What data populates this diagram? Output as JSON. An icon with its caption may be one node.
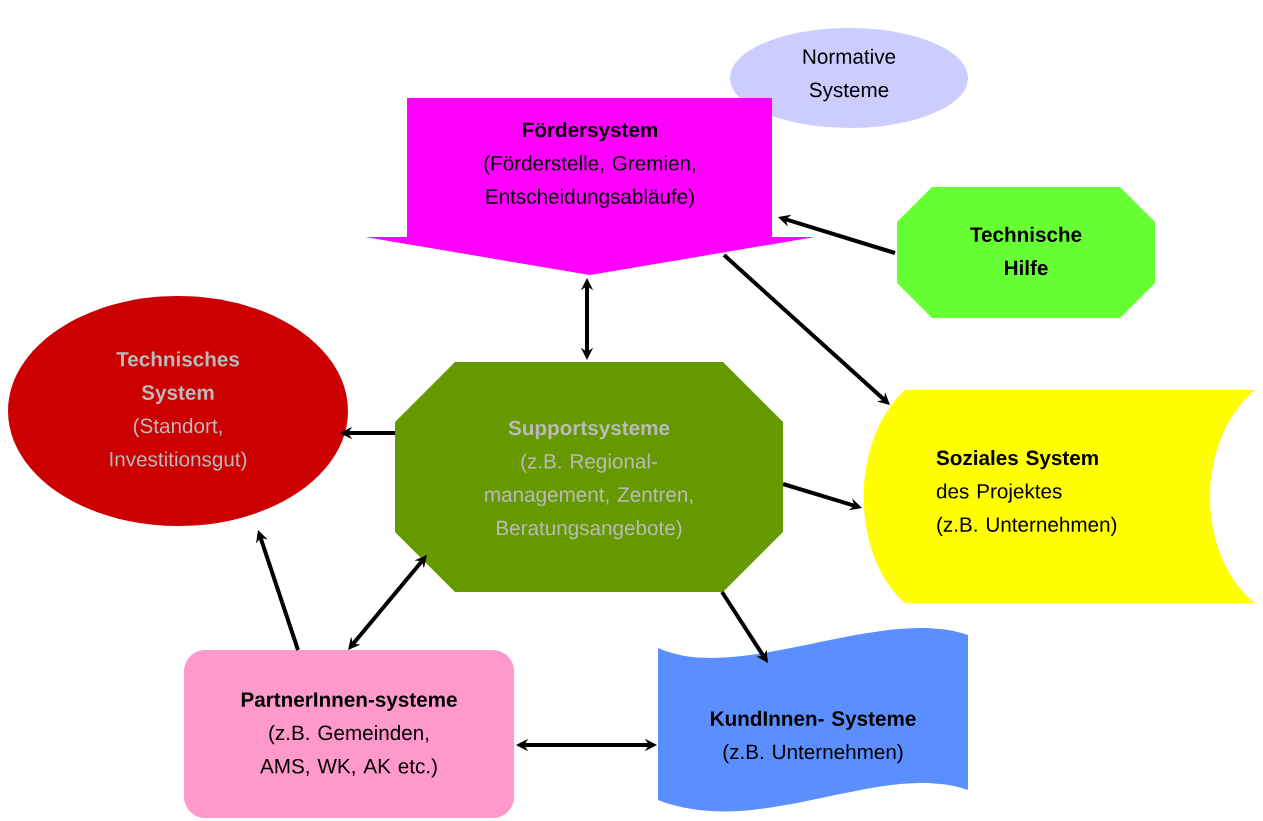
{
  "diagram": {
    "nodes": [
      {
        "text": [
          "Normative Systeme"
        ]
      },
      {
        "text": [
          "Fördersystem",
          "(Förderstelle, Gremien, Entscheidungsabläufe)"
        ]
      },
      {
        "text": [
          "Technische Hilfe"
        ]
      },
      {
        "text": [
          "Technisches System",
          "(Standort, Investitionsgut)"
        ]
      },
      {
        "text": [
          "Supportsysteme",
          "(z.B. Regional-management, Zentren, Beratungsangebote)"
        ]
      },
      {
        "text": [
          "Soziales System",
          "des Projektes",
          "(z.B. Unternehmen)"
        ]
      },
      {
        "text": [
          "PartnerInnen-systeme",
          "(z.B. Gemeinden, AMS, WK, AK etc.)"
        ]
      },
      {
        "text": [
          "KundInnen- Systeme",
          "(z.B. Unternehmen)"
        ]
      }
    ],
    "edges": [
      {
        "from": 1,
        "to": 4,
        "arrow": "both"
      },
      {
        "from": 2,
        "to": 1,
        "arrow": "to"
      },
      {
        "from": 1,
        "to": 5,
        "arrow": "to"
      },
      {
        "from": 4,
        "to": 3,
        "arrow": "to"
      },
      {
        "from": 4,
        "to": 5,
        "arrow": "to"
      },
      {
        "from": 4,
        "to": 7,
        "arrow": "to"
      },
      {
        "from": 6,
        "to": 4,
        "arrow": "both"
      },
      {
        "from": 6,
        "to": 3,
        "arrow": "to"
      },
      {
        "from": 6,
        "to": 7,
        "arrow": "both"
      }
    ]
  }
}
